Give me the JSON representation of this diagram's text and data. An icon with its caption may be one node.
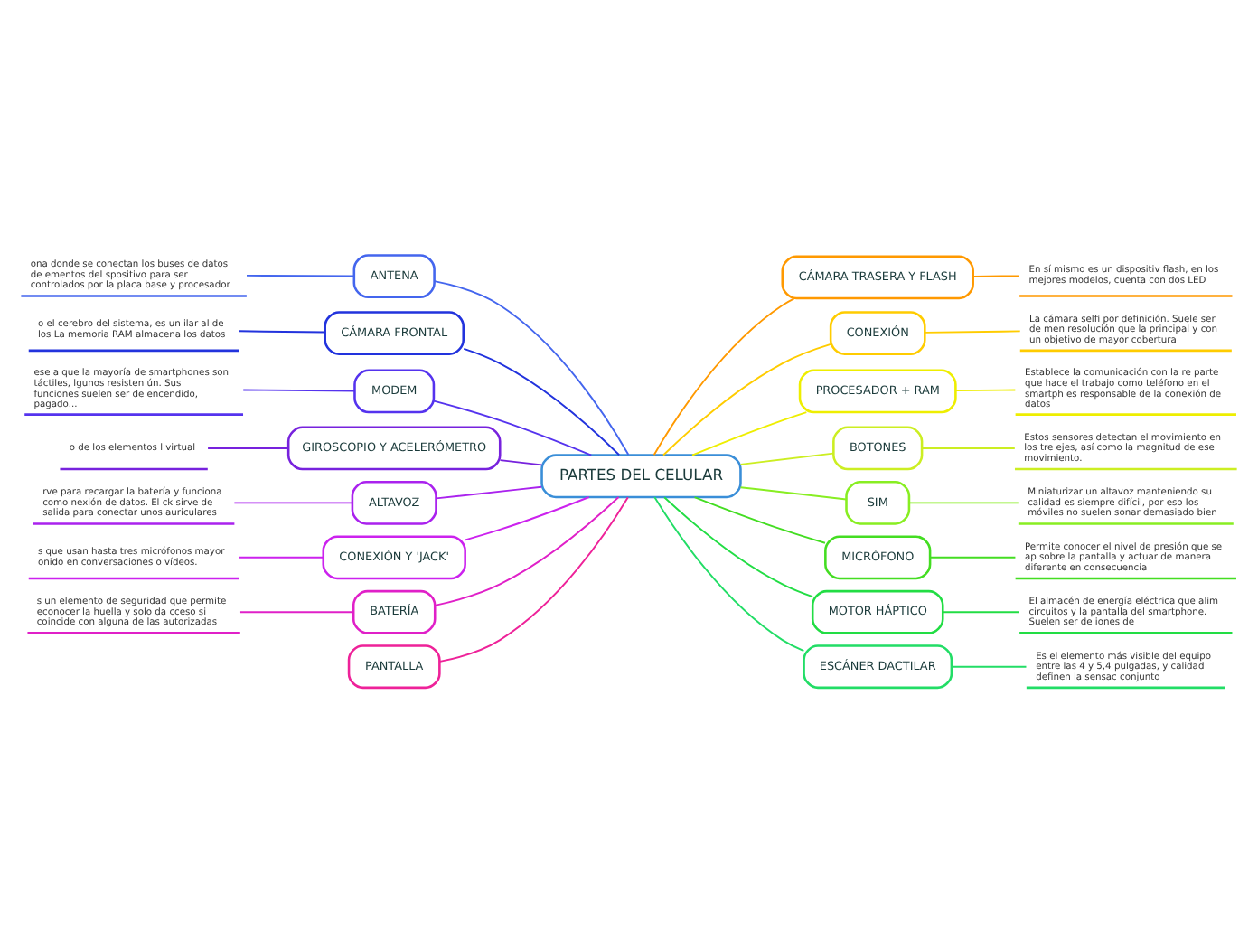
{
  "diagram": {
    "nodes": [
      {
        "text": [
          "PARTES DEL CELULAR"
        ]
      },
      {
        "text": [
          "ANTENA"
        ]
      },
      {
        "text": [
          "ona donde se conectan los buses de datos de ementos del spositivo para ser controlados por la placa base y procesador"
        ]
      },
      {
        "text": [
          "CÁMARA FRONTAL"
        ]
      },
      {
        "text": [
          "o el cerebro del sistema, es un ilar al de los La memoria RAM almacena los datos"
        ]
      },
      {
        "text": [
          "MODEM"
        ]
      },
      {
        "text": [
          "ese a que la mayoría de smartphones son táctiles, lgunos resisten ún. Sus funciones suelen ser de encendido, pagado..."
        ]
      },
      {
        "text": [
          "GIROSCOPIO Y ACELERÓMETRO"
        ]
      },
      {
        "text": [
          "o de los elementos l virtual"
        ]
      },
      {
        "text": [
          "ALTAVOZ"
        ]
      },
      {
        "text": [
          "rve para recargar la batería y funciona como nexión de datos. El ck sirve de salida para conectar unos auriculares"
        ]
      },
      {
        "text": [
          "CONEXIÓN Y 'JACK'"
        ]
      },
      {
        "text": [
          "s que usan hasta tres micrófonos mayor onido en conversaciones o vídeos."
        ]
      },
      {
        "text": [
          "BATERÍA"
        ]
      },
      {
        "text": [
          "s un elemento de seguridad que permite econocer la huella y solo da cceso si coincide con alguna de las autorizadas"
        ]
      },
      {
        "text": [
          "PANTALLA"
        ]
      },
      {
        "text": [
          "CÁMARA TRASERA Y FLASH"
        ]
      },
      {
        "text": [
          "En sí mismo es un dispositiv flash, en los mejores modelos, cuenta con dos LED"
        ]
      },
      {
        "text": [
          "CONEXIÓN"
        ]
      },
      {
        "text": [
          "La cámara selfi por definición. Suele ser de men resolución que la principal y con un objetivo de mayor cobertura"
        ]
      },
      {
        "text": [
          "PROCESADOR + RAM"
        ]
      },
      {
        "text": [
          "Establece la comunicación con la re parte que hace el trabajo como teléfono en el smartph es responsable de la conexión de datos"
        ]
      },
      {
        "text": [
          "BOTONES"
        ]
      },
      {
        "text": [
          "Estos sensores detectan el movimiento en los tre ejes, así como la magnitud de ese movimiento."
        ]
      },
      {
        "text": [
          "SIM"
        ]
      },
      {
        "text": [
          "Miniaturizar un altavoz manteniendo su calidad es siempre difícil, por eso los móviles no suelen sonar demasiado bien"
        ]
      },
      {
        "text": [
          "MICRÓFONO"
        ]
      },
      {
        "text": [
          "Permite conocer el nivel de presión que se ap sobre la pantalla y actuar de manera diferente en consecuencia"
        ]
      },
      {
        "text": [
          "MOTOR HÁPTICO"
        ]
      },
      {
        "text": [
          "El almacén de energía eléctrica que alim circuitos y la pantalla del smartphone. Suelen ser de iones de"
        ]
      },
      {
        "text": [
          "ESCÁNER DACTILAR"
        ]
      },
      {
        "text": [
          "Es el elemento más visible del equipo entre las 4 y 5,4 pulgadas, y calidad definen la sensac conjunto"
        ]
      }
    ],
    "edges": [
      {
        "from": 2,
        "to": 1,
        "arrow": "none",
        "color": "#4466ee"
      },
      {
        "from": 1,
        "to": 0,
        "arrow": "none",
        "color": "#4466ee"
      },
      {
        "from": 4,
        "to": 3,
        "arrow": "none",
        "color": "#2233dd"
      },
      {
        "from": 3,
        "to": 0,
        "arrow": "none",
        "color": "#2233dd"
      },
      {
        "from": 6,
        "to": 5,
        "arrow": "none",
        "color": "#5533ee"
      },
      {
        "from": 5,
        "to": 0,
        "arrow": "none",
        "color": "#5533ee"
      },
      {
        "from": 8,
        "to": 7,
        "arrow": "none",
        "color": "#7722dd"
      },
      {
        "from": 7,
        "to": 0,
        "arrow": "none",
        "color": "#7722dd"
      },
      {
        "from": 10,
        "to": 9,
        "arrow": "none",
        "color": "#aa22ee"
      },
      {
        "from": 9,
        "to": 0,
        "arrow": "none",
        "color": "#aa22ee"
      },
      {
        "from": 12,
        "to": 11,
        "arrow": "none",
        "color": "#cc22ee"
      },
      {
        "from": 11,
        "to": 0,
        "arrow": "none",
        "color": "#cc22ee"
      },
      {
        "from": 14,
        "to": 13,
        "arrow": "none",
        "color": "#e020c8"
      },
      {
        "from": 13,
        "to": 0,
        "arrow": "none",
        "color": "#e020c8"
      },
      {
        "from": 15,
        "to": 0,
        "arrow": "none",
        "color": "#ee2299"
      },
      {
        "from": 0,
        "to": 16,
        "arrow": "none",
        "color": "#ff9900"
      },
      {
        "from": 16,
        "to": 17,
        "arrow": "none",
        "color": "#ff9900"
      },
      {
        "from": 0,
        "to": 18,
        "arrow": "none",
        "color": "#ffcc00"
      },
      {
        "from": 18,
        "to": 19,
        "arrow": "none",
        "color": "#ffcc00"
      },
      {
        "from": 0,
        "to": 20,
        "arrow": "none",
        "color": "#eeee00"
      },
      {
        "from": 20,
        "to": 21,
        "arrow": "none",
        "color": "#eeee00"
      },
      {
        "from": 0,
        "to": 22,
        "arrow": "none",
        "color": "#ccee22"
      },
      {
        "from": 22,
        "to": 23,
        "arrow": "none",
        "color": "#ccee22"
      },
      {
        "from": 0,
        "to": 24,
        "arrow": "none",
        "color": "#88ee22"
      },
      {
        "from": 24,
        "to": 25,
        "arrow": "none",
        "color": "#88ee22"
      },
      {
        "from": 0,
        "to": 26,
        "arrow": "none",
        "color": "#44dd22"
      },
      {
        "from": 26,
        "to": 27,
        "arrow": "none",
        "color": "#44dd22"
      },
      {
        "from": 0,
        "to": 28,
        "arrow": "none",
        "color": "#22dd44"
      },
      {
        "from": 28,
        "to": 29,
        "arrow": "none",
        "color": "#22dd44"
      },
      {
        "from": 0,
        "to": 30,
        "arrow": "none",
        "color": "#22dd66"
      },
      {
        "from": 30,
        "to": 31,
        "arrow": "none",
        "color": "#22dd66"
      }
    ]
  }
}
